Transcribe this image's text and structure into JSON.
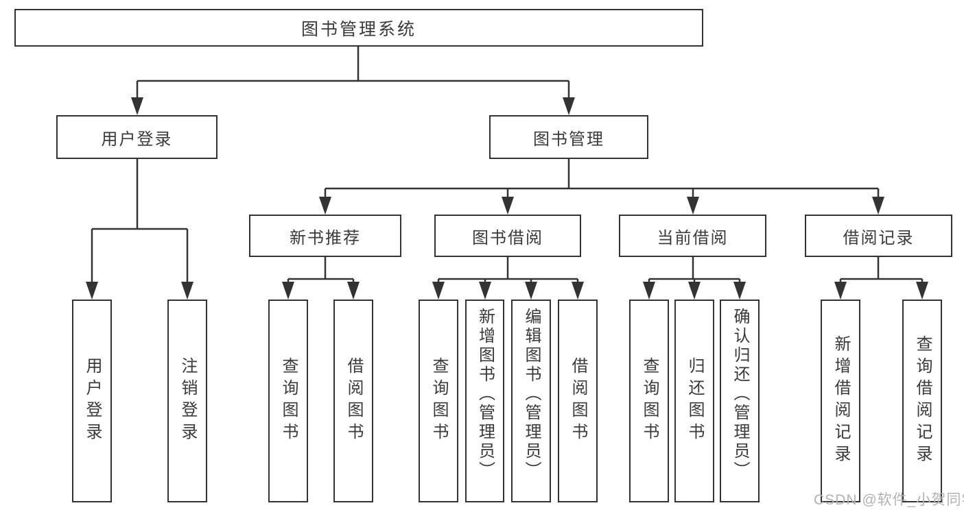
{
  "tree": {
    "root": "图书管理系统",
    "branches": [
      {
        "label": "用户登录",
        "children": [
          "用户登录",
          "注销登录"
        ]
      },
      {
        "label": "图书管理",
        "children": [
          {
            "label": "新书推荐",
            "children": [
              "查询图书",
              "借阅图书"
            ]
          },
          {
            "label": "图书借阅",
            "children": [
              "查询图书",
              "新增图书（管理员）",
              "编辑图书（管理员）",
              "借阅图书"
            ]
          },
          {
            "label": "当前借阅",
            "children": [
              "查询图书",
              "归还图书",
              "确认归还（管理员）"
            ]
          },
          {
            "label": "借阅记录",
            "children": [
              "新增借阅记录",
              "查询借阅记录"
            ]
          }
        ]
      }
    ]
  },
  "watermark": "CSDN @软件_小贺同学",
  "colors": {
    "line": "#333333",
    "text": "#3a3a3a",
    "background": "#ffffff",
    "watermark": "#b3b3b3"
  }
}
